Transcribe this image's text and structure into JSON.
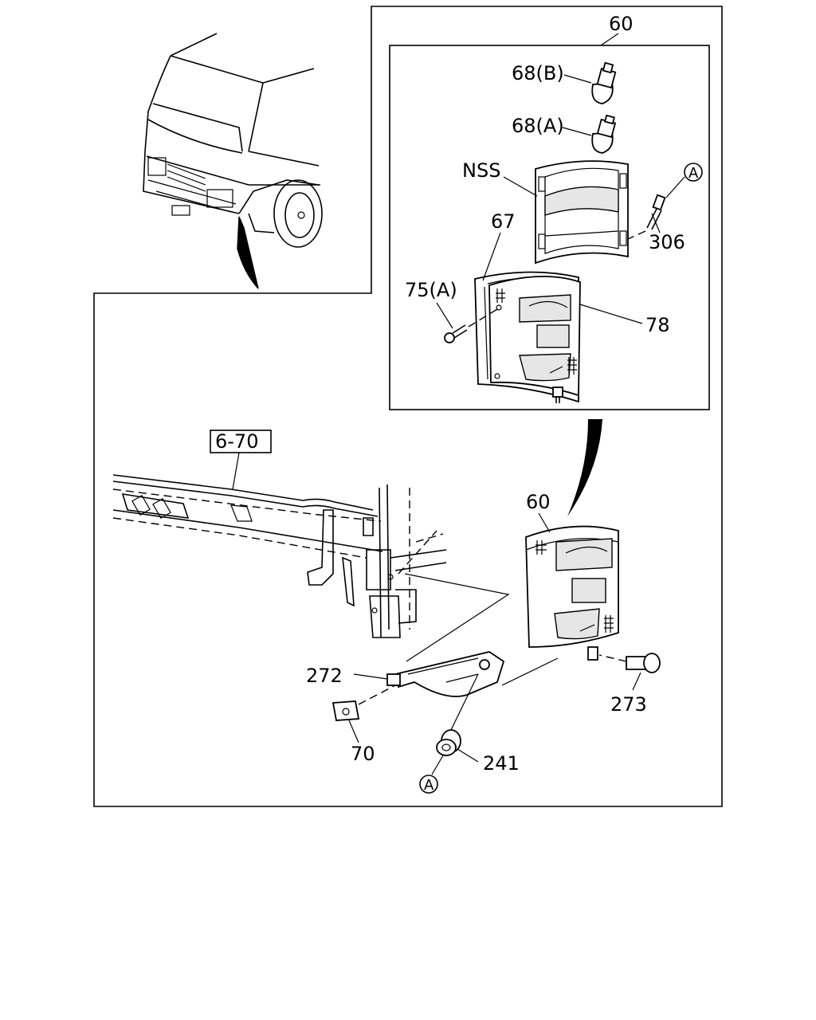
{
  "callouts": {
    "c60_top": "60",
    "c68b": "68(B)",
    "c68a": "68(A)",
    "nss": "NSS",
    "circle_a_top": "A",
    "c306": "306",
    "c67": "67",
    "c75a": "75(A)",
    "c78": "78",
    "ref_6_70": "6-70",
    "c60_bottom": "60",
    "c272": "272",
    "c273": "273",
    "c70": "70",
    "c241": "241",
    "circle_a_bottom": "A"
  }
}
